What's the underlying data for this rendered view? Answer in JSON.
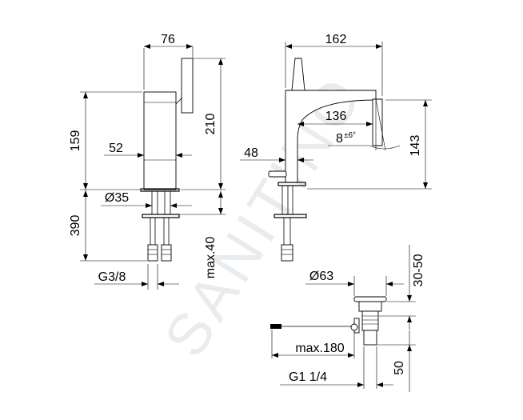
{
  "watermark": {
    "text": "SANITINO"
  },
  "front_view": {
    "width_top": "76",
    "height_body": "159",
    "height_total": "210",
    "width_body": "52",
    "diameter_base": "Ø35",
    "hose_length": "390",
    "connection": "G3/8",
    "max_thickness": "max.40"
  },
  "side_view": {
    "length": "162",
    "spout_reach": "136",
    "angle_value": "8",
    "angle_tol": "±6°",
    "spout_height": "143",
    "lever_offset": "48"
  },
  "waste_view": {
    "diameter": "Ø63",
    "range": "30-50",
    "max_rod": "max.180",
    "thread": "G1 1/4",
    "height": "50"
  }
}
